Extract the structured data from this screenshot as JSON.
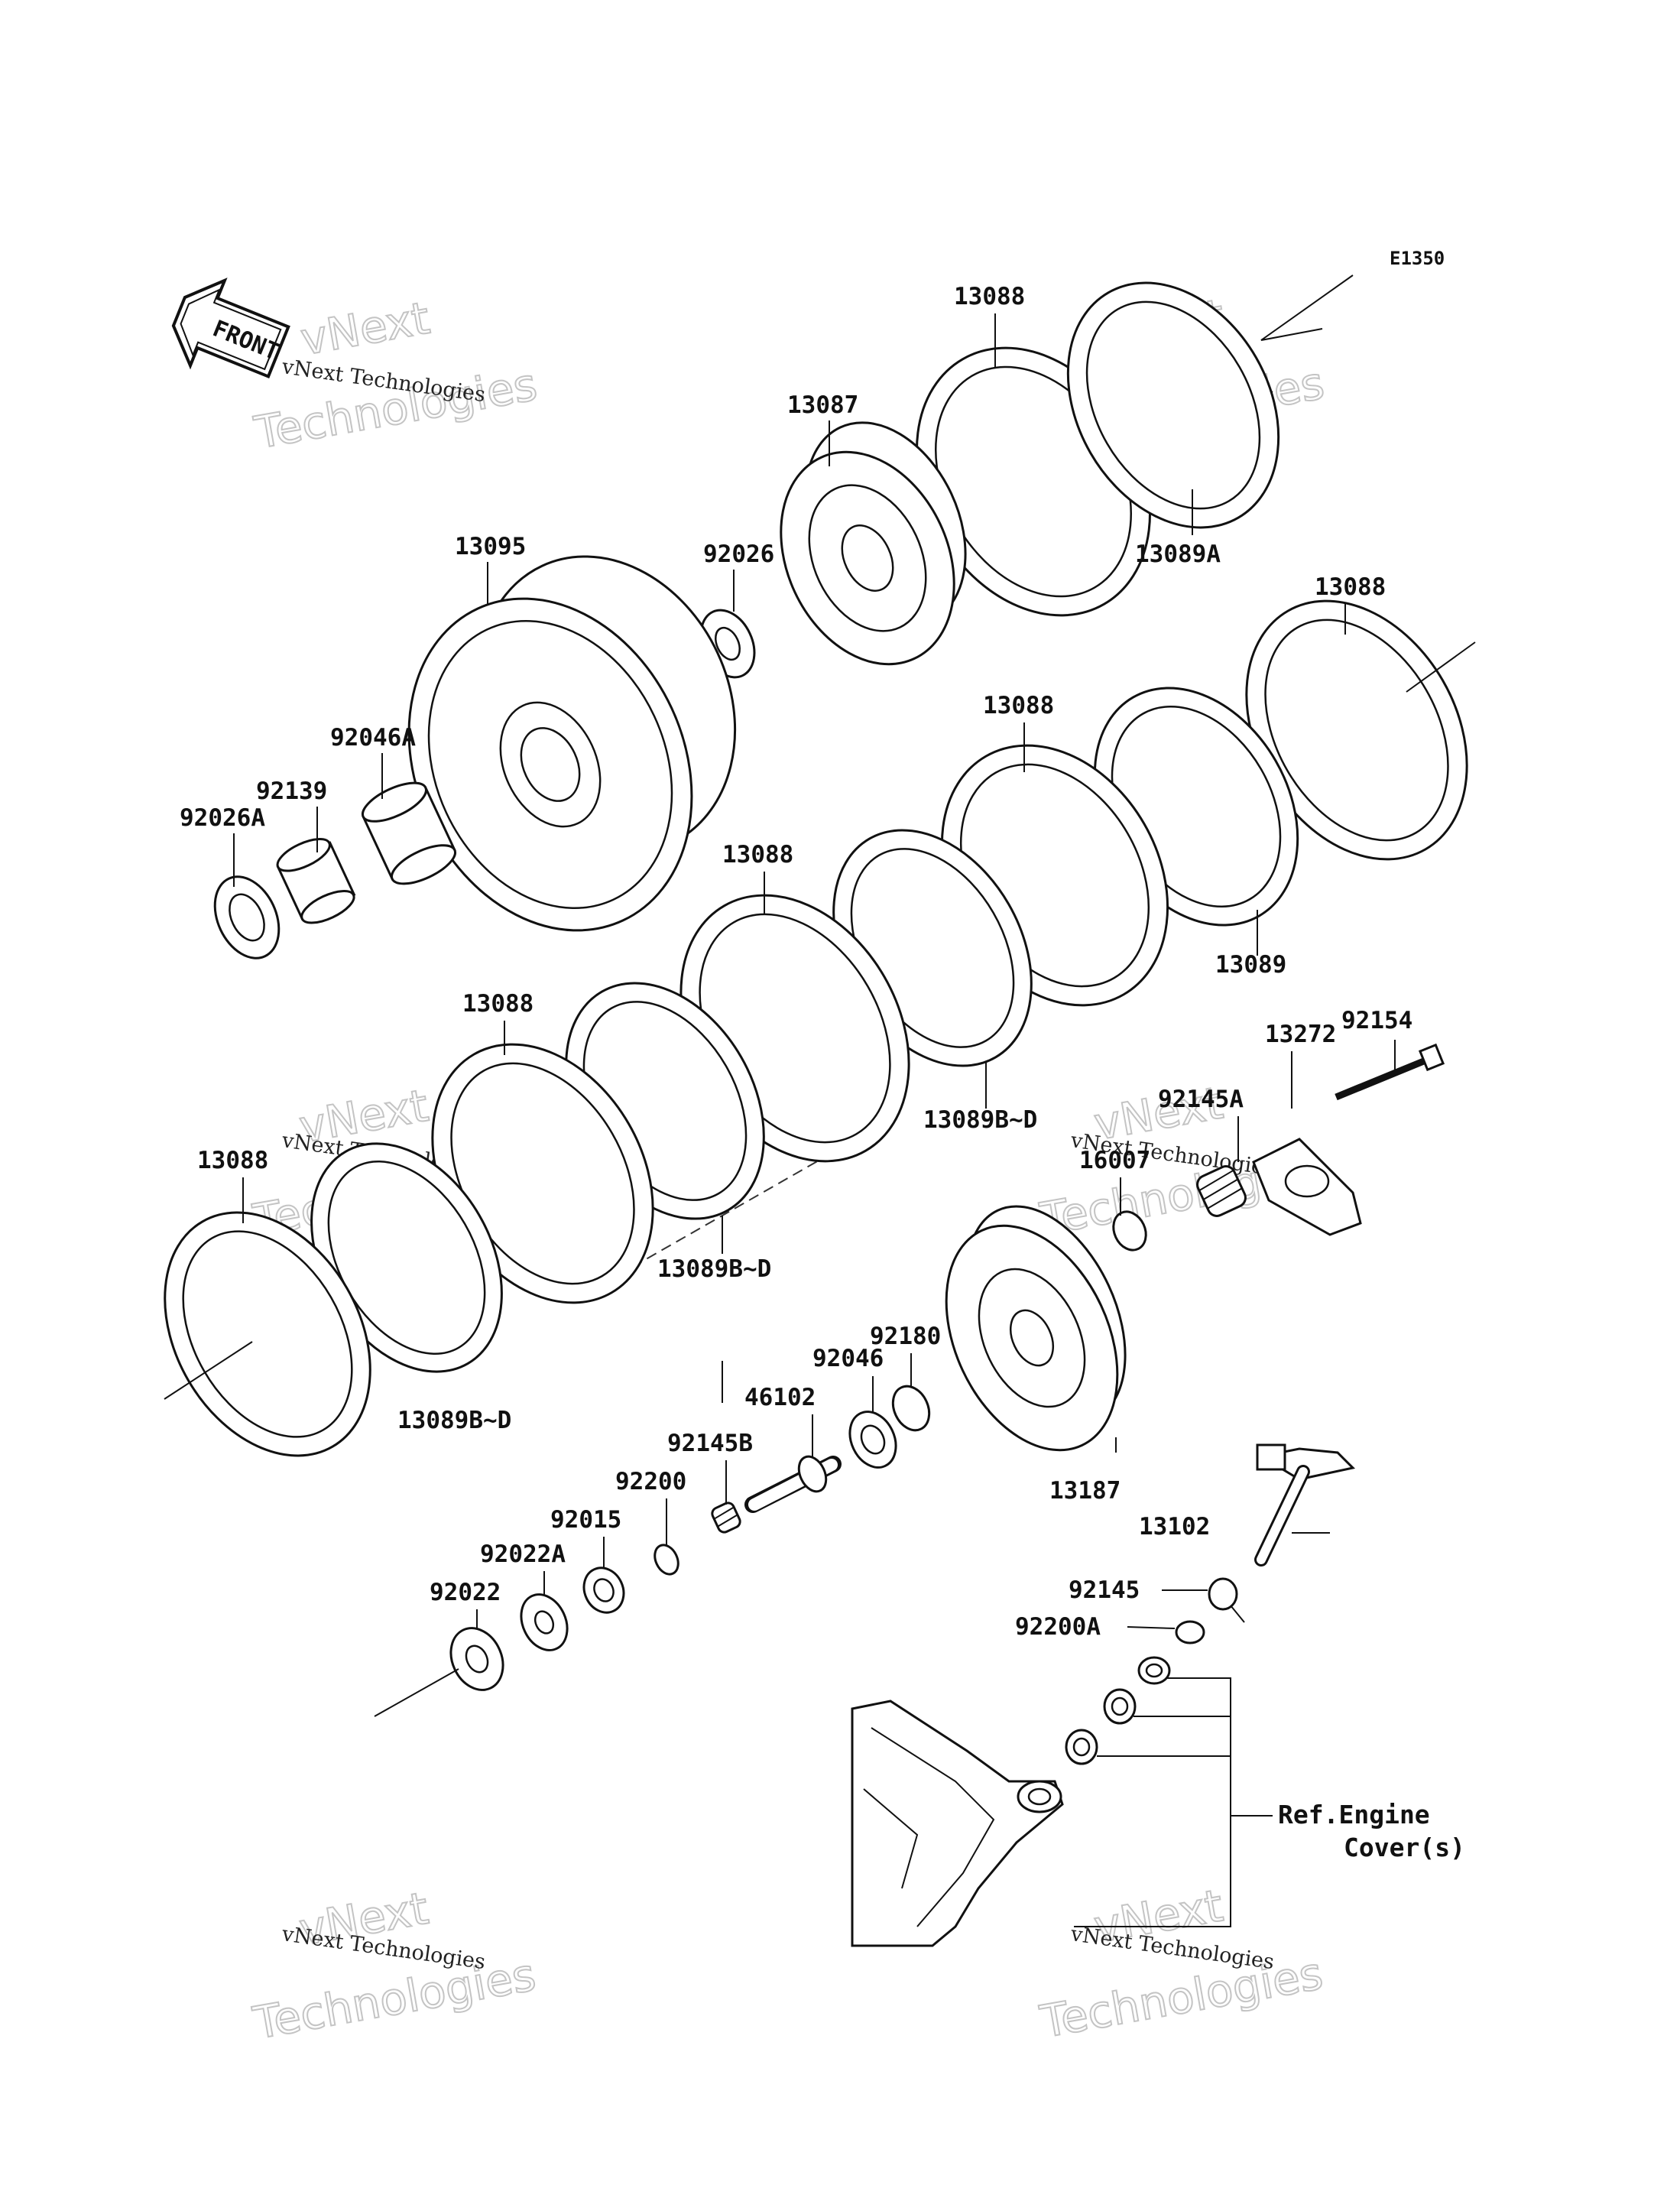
{
  "diagram": {
    "code": "E1350",
    "front_label": "FRONT",
    "watermark": {
      "line1": "vNext Technologies",
      "line2": "vNext",
      "line3": "Technologies"
    },
    "reference_note": {
      "line1": "Ref.Engine",
      "line2": "Cover(s)"
    },
    "part_labels": {
      "p13088_a": "13088",
      "p13087": "13087",
      "p13089A": "13089A",
      "p13095": "13095",
      "p92026": "92026",
      "p13088_b": "13088",
      "p13088_c": "13088",
      "p92046A": "92046A",
      "p92139": "92139",
      "p92026A": "92026A",
      "p13088_d": "13088",
      "p13089": "13089",
      "p92154": "92154",
      "p13272": "13272",
      "p13088_e": "13088",
      "p92145A": "92145A",
      "p13089BD_a": "13089B~D",
      "p16007": "16007",
      "p13088_f": "13088",
      "p13089BD_b": "13089B~D",
      "p92180": "92180",
      "p92046": "92046",
      "p46102": "46102",
      "p13089BD_c": "13089B~D",
      "p92145B": "92145B",
      "p92200": "92200",
      "p13187": "13187",
      "p92015": "92015",
      "p92022A": "92022A",
      "p13102": "13102",
      "p92022": "92022",
      "p92145": "92145",
      "p92200A": "92200A"
    }
  }
}
